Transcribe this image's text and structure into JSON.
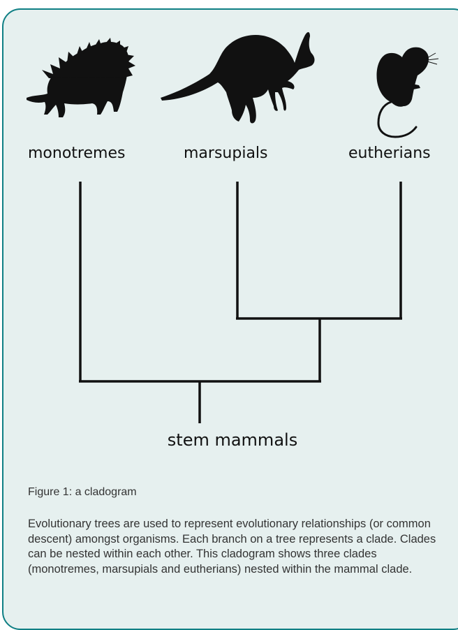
{
  "diagram": {
    "taxa": [
      {
        "label": "monotremes",
        "icon": "echidna-icon"
      },
      {
        "label": "marsupials",
        "icon": "kangaroo-icon"
      },
      {
        "label": "eutherians",
        "icon": "mouse-icon"
      }
    ],
    "root_label": "stem mammals",
    "line_color": "#111111",
    "silhouette_color": "#111111"
  },
  "caption": "Figure 1: a cladogram",
  "description": "Evolutionary trees are used to represent evolutionary relationships (or common descent) amongst organisms. Each branch on a tree represents a clade. Clades can be nested within each other. This cladogram shows three clades (monotremes, marsupials and eutherians) nested within the mammal clade.",
  "colors": {
    "border": "#0f7f84",
    "background": "#e6f0ef",
    "text": "#333333"
  }
}
